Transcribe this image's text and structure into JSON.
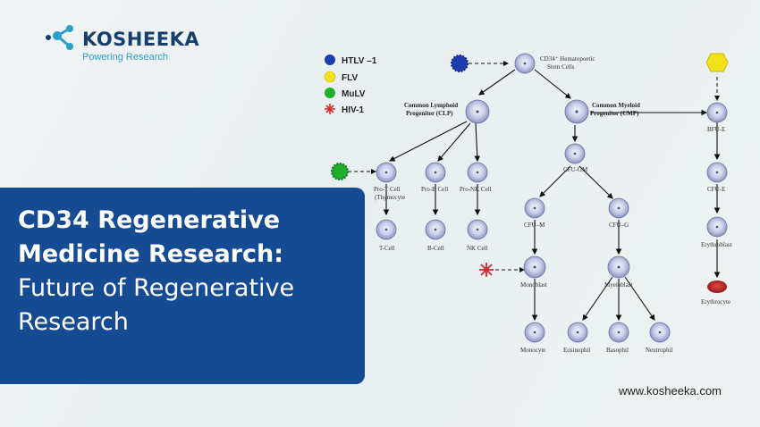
{
  "brand": {
    "name": "KOSHEEKA",
    "tagline": "Powering Research"
  },
  "title": {
    "line1": "CD34 Regenerative",
    "line2": "Medicine Research:",
    "line3": "Future of Regenerative",
    "line4": "Research"
  },
  "website": "www.kosheeka.com",
  "legend": [
    {
      "label": "HTLV –1",
      "color": "#1b3fae"
    },
    {
      "label": "FLV",
      "color": "#f2e21a"
    },
    {
      "label": "MuLV",
      "color": "#1fae2c"
    },
    {
      "label": "HIV-1",
      "color": "#d62a2a"
    }
  ],
  "diagram": {
    "stem_line1": "CD34⁺ Hematopoetic",
    "stem_line2": "Stem Cells",
    "clp_line1": "Common Lymphoid",
    "clp_line2": "Progenitor (CLP)",
    "cmp_line1": "Common Myeloid",
    "cmp_line2": "Progenitor (CMP)",
    "pro_t_line1": "Pro-T Cell",
    "pro_t_line2": "(Thymocyte",
    "pro_b": "Pro-B Cell",
    "pro_nk": "Pro-NK Cell",
    "t_cell": "T-Cell",
    "b_cell": "B-Cell",
    "nk_cell": "NK Cell",
    "cfu_gm": "CFU-GM",
    "cfu_m": "CFU–M",
    "cfu_g": "CFU–G",
    "monoblast": "Monoblast",
    "myeloblast": "Myeloblast",
    "monocyte": "Monocyte",
    "eosinophil": "Eosinophil",
    "basophil": "Basophil",
    "neutrophil": "Neutrophil",
    "bfu_e": "BFU-E",
    "cfu_e": "CFU-E",
    "erythroblast": "Erythroblast",
    "erythrocyte": "Erythrocyte"
  }
}
